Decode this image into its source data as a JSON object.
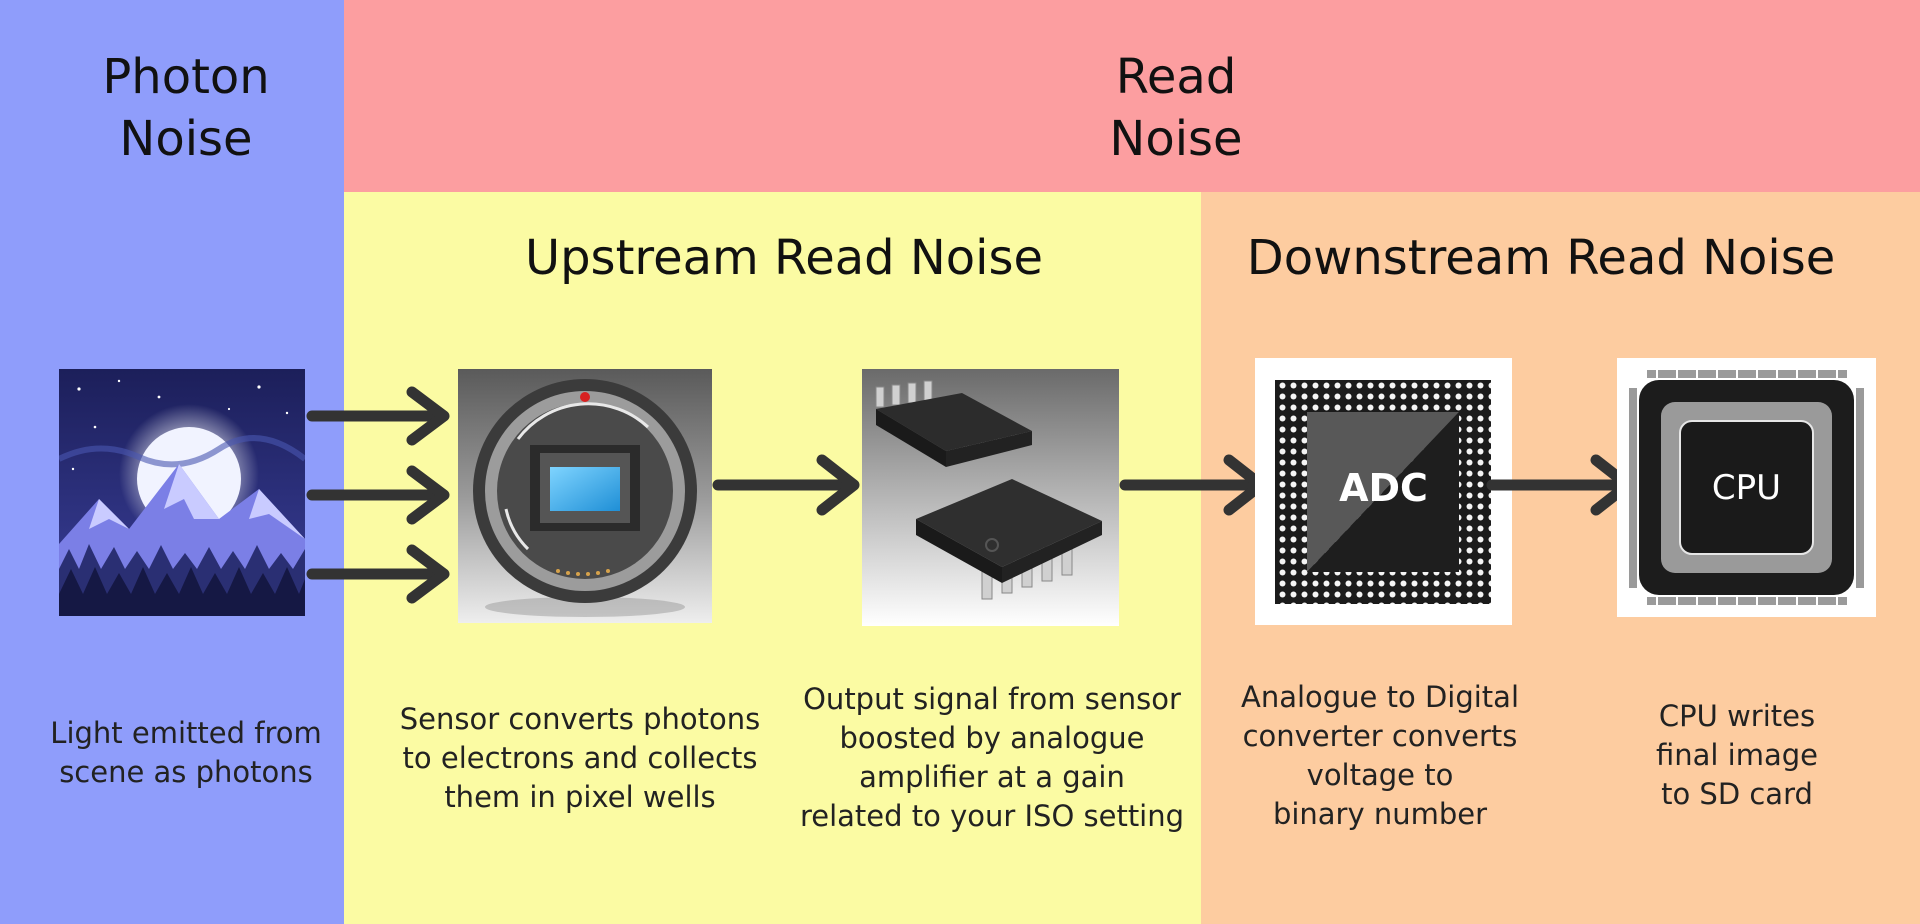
{
  "headers": {
    "photon_noise": "Photon\nNoise",
    "read_noise": "Read\nNoise",
    "upstream": "Upstream Read Noise",
    "downstream": "Downstream Read Noise"
  },
  "stages": [
    {
      "icon": "moon-mountains-icon",
      "caption": "Light emitted from\nscene as photons"
    },
    {
      "icon": "camera-sensor-icon",
      "caption": "Sensor converts photons\nto electrons and collects\nthem in pixel wells"
    },
    {
      "icon": "amplifier-chip-icon",
      "caption": "Output signal from sensor\nboosted by analogue\namplifier at a gain\nrelated to your ISO setting"
    },
    {
      "icon": "adc-chip-icon",
      "label": "ADC",
      "caption": "Analogue to Digital\nconverter converts\nvoltage to\nbinary number"
    },
    {
      "icon": "cpu-chip-icon",
      "label": "CPU",
      "caption": "CPU writes\nfinal image\nto SD card"
    }
  ],
  "colors": {
    "photon": "#8f9dfb",
    "read": "#fc9ea0",
    "upstream": "#fbfba3",
    "downstream": "#fdcca0"
  }
}
